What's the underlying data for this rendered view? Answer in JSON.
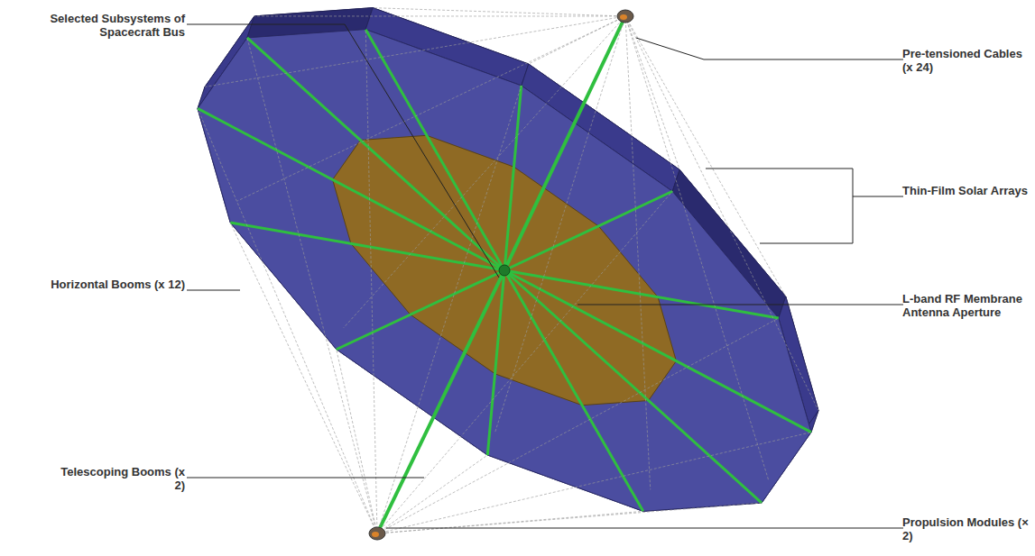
{
  "diagram": {
    "labels": [
      "Selected Subsystems of Spacecraft Bus",
      "Pre-tensioned Cables (x 24)",
      "Thin-Film Solar Arrays",
      "Horizontal Booms (x 12)",
      "L-band RF Membrane Antenna Aperture",
      "Telescoping Booms (x 2)",
      "Propulsion Modules (× 2)"
    ]
  }
}
